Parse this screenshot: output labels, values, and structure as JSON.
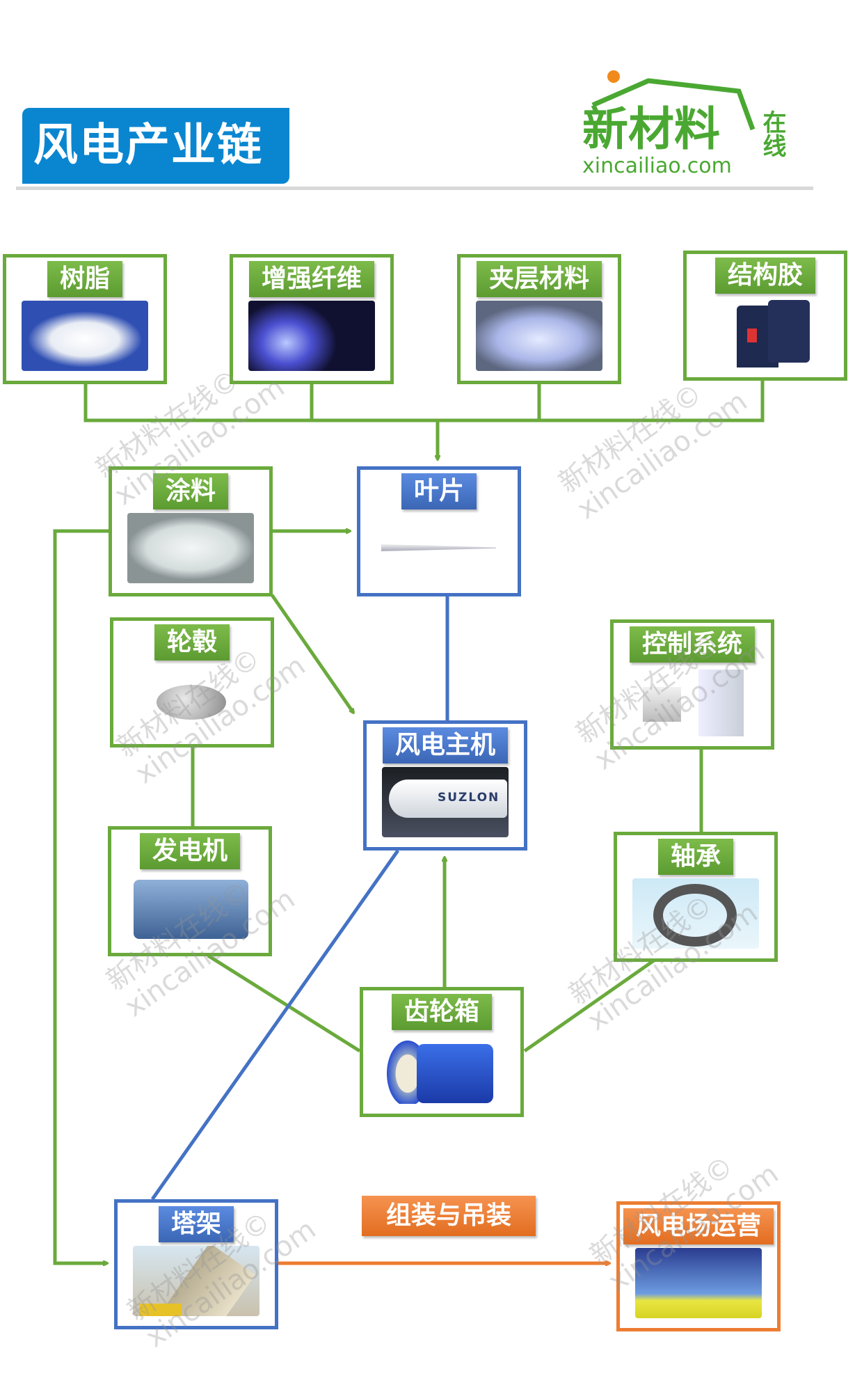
{
  "title": "风电产业链",
  "logo": {
    "brand": "新材料",
    "suffix": "在线",
    "domain": "xincailiao.com"
  },
  "colors": {
    "green": "#6aaa3c",
    "blue": "#4472c4",
    "orange": "#ed7d31",
    "title_bg": "#0a86d0"
  },
  "nodes": {
    "resin": "树脂",
    "fiber": "增强纤维",
    "core": "夹层材料",
    "adhesive": "结构胶",
    "coating": "涂料",
    "blade": "叶片",
    "hub": "轮毂",
    "control": "控制系统",
    "turbine": "风电主机",
    "generator": "发电机",
    "bearing": "轴承",
    "gearbox": "齿轮箱",
    "tower": "塔架",
    "farm": "风电场运营"
  },
  "turbine_brand": "SUZLON",
  "assembly_label": "组装与吊装",
  "watermark": {
    "line1": "新材料在线©",
    "line2": "xincailiao.com"
  }
}
